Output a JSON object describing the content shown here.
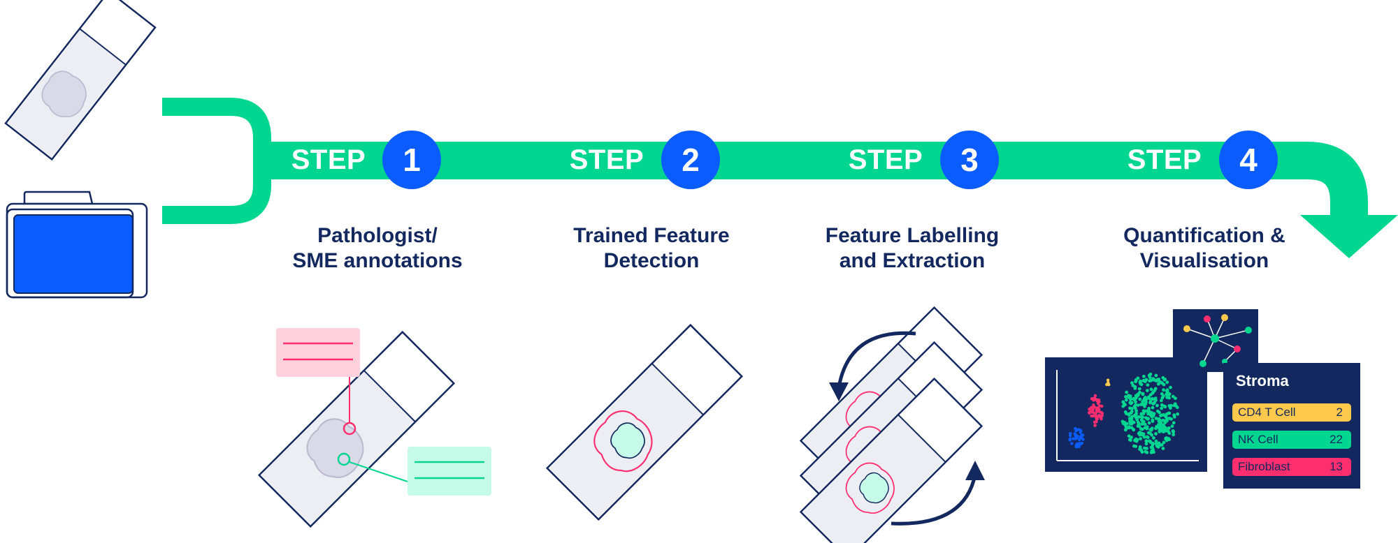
{
  "colors": {
    "green": "#00d690",
    "blue": "#0a5cff",
    "navy": "#13285e",
    "pink": "#ff2e6f",
    "yellow": "#ffc94d"
  },
  "icons": [
    "slide-icon",
    "folder-icon",
    "annotation-slide-icon",
    "detection-slide-icon",
    "stacked-slides-icon",
    "scatter-plot-icon",
    "network-graph-icon"
  ],
  "steps": [
    {
      "word": "STEP",
      "number": "1",
      "title_line1": "Pathologist/",
      "title_line2": "SME annotations"
    },
    {
      "word": "STEP",
      "number": "2",
      "title_line1": "Trained Feature",
      "title_line2": "Detection"
    },
    {
      "word": "STEP",
      "number": "3",
      "title_line1": "Feature Labelling",
      "title_line2": "and Extraction"
    },
    {
      "word": "STEP",
      "number": "4",
      "title_line1": "Quantification &",
      "title_line2": "Visualisation"
    }
  ],
  "stroma": {
    "title": "Stroma",
    "rows": [
      {
        "label": "CD4 T Cell",
        "value": "2"
      },
      {
        "label": "NK Cell",
        "value": "22"
      },
      {
        "label": "Fibroblast",
        "value": "13"
      }
    ]
  }
}
